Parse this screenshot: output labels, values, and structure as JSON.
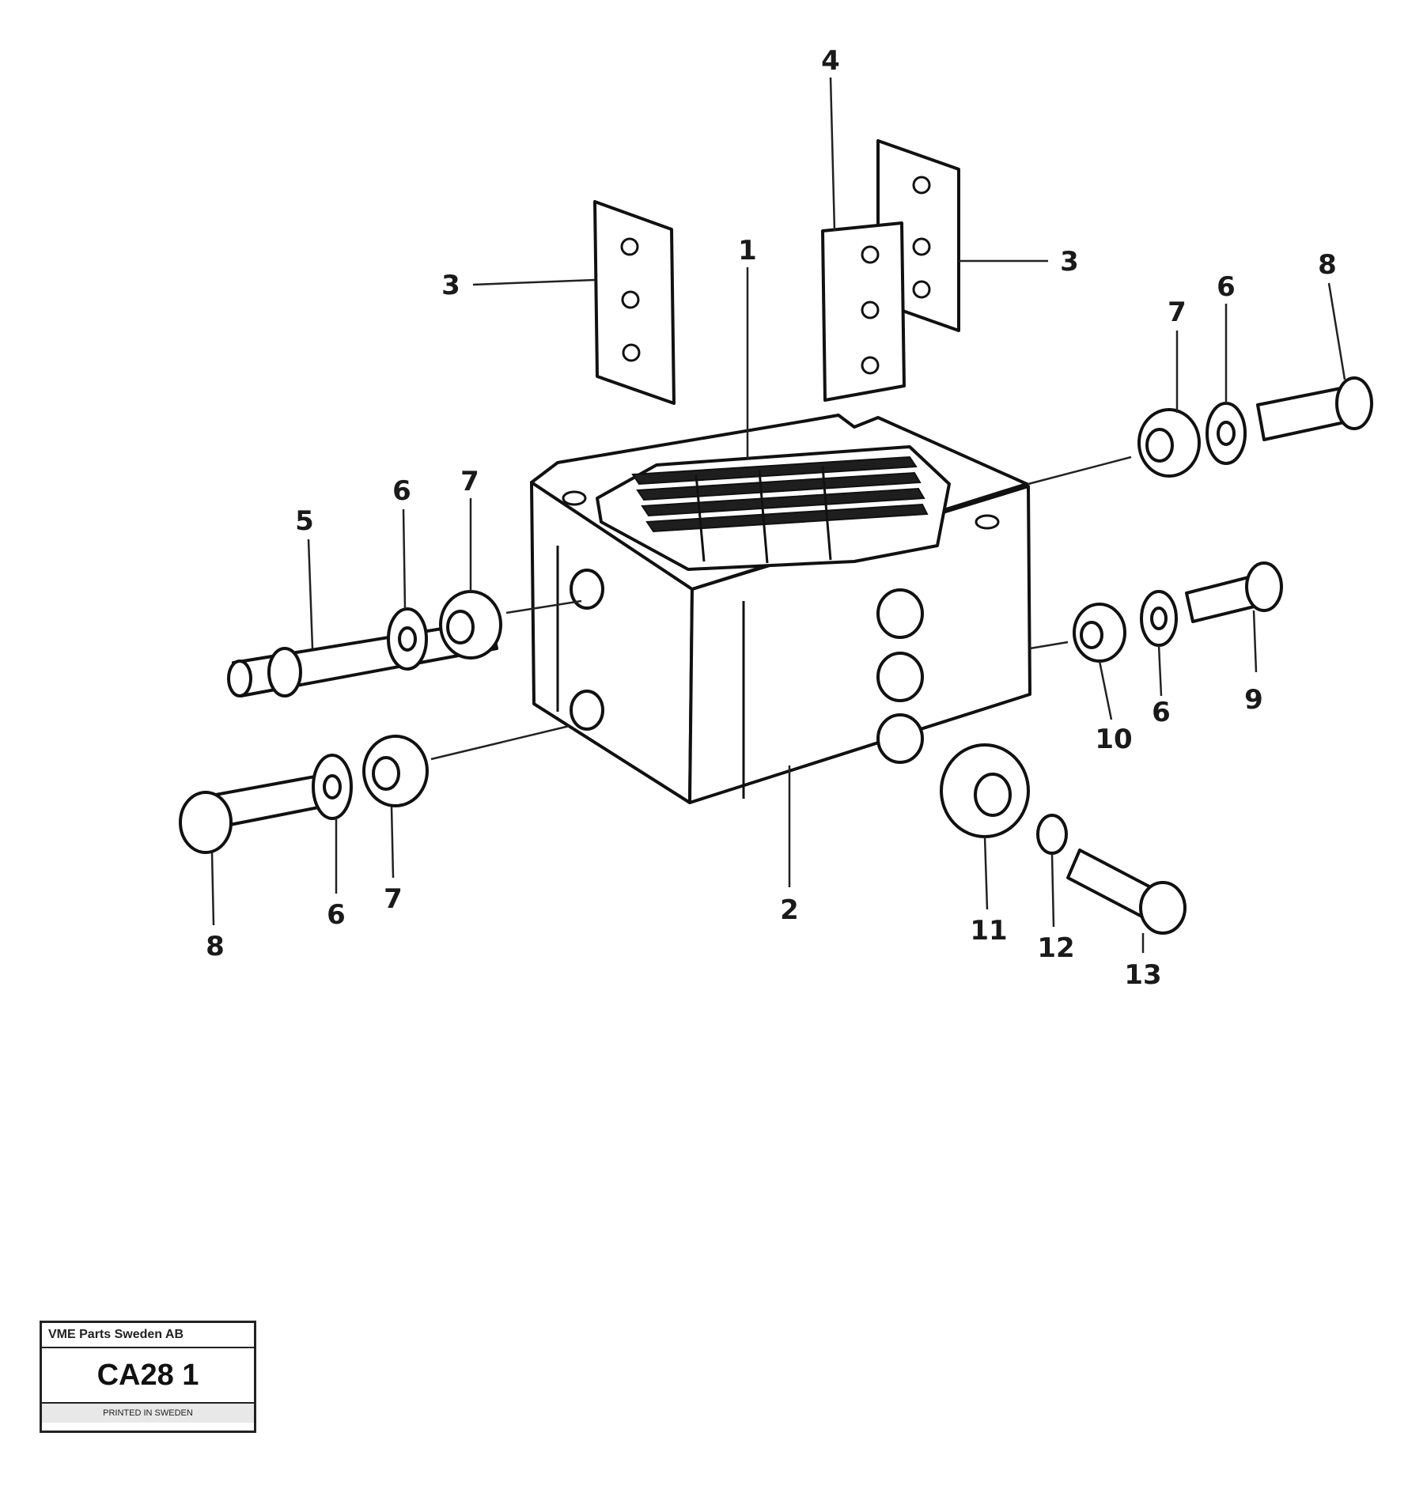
{
  "labels": {
    "l1": "1",
    "l2": "2",
    "l3a": "3",
    "l3b": "3",
    "l4": "4",
    "l5": "5",
    "l6a": "6",
    "l6b": "6",
    "l6c": "6",
    "l6d": "6",
    "l7a": "7",
    "l7b": "7",
    "l7c": "7",
    "l8a": "8",
    "l8b": "8",
    "l9": "9",
    "l10": "10",
    "l11": "11",
    "l12": "12",
    "l13": "13"
  },
  "title_block": {
    "company": "VME Parts Sweden AB",
    "code": "CA28 1",
    "footer": "PRINTED IN SWEDEN"
  }
}
